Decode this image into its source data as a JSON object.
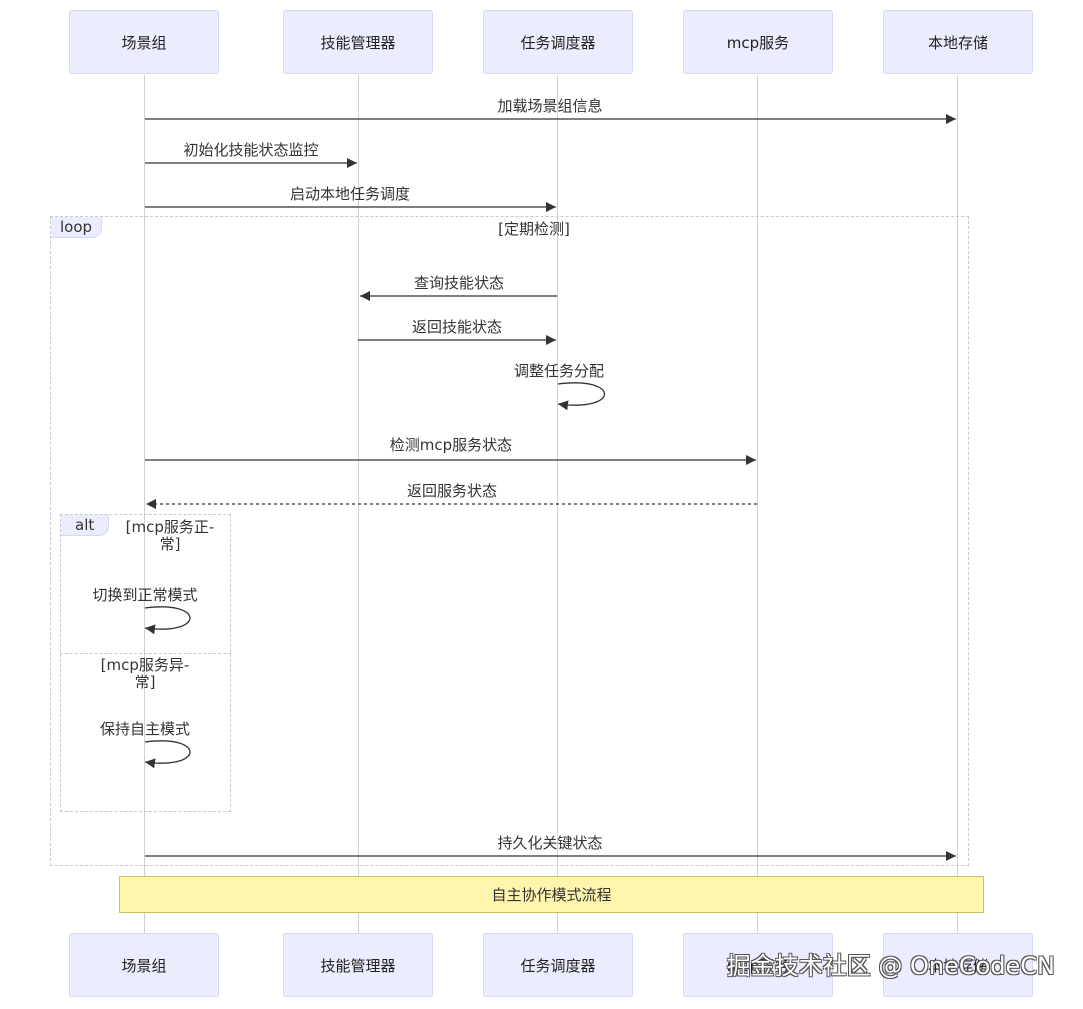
{
  "participants": [
    {
      "id": "scene",
      "label": "场景组"
    },
    {
      "id": "skill",
      "label": "技能管理器"
    },
    {
      "id": "task",
      "label": "任务调度器"
    },
    {
      "id": "mcp",
      "label": "mcp服务"
    },
    {
      "id": "store",
      "label": "本地存储"
    }
  ],
  "messages": [
    {
      "from": "scene",
      "to": "store",
      "label": "加载场景组信息",
      "style": "solid"
    },
    {
      "from": "scene",
      "to": "skill",
      "label": "初始化技能状态监控",
      "style": "solid"
    },
    {
      "from": "scene",
      "to": "task",
      "label": "启动本地任务调度",
      "style": "solid"
    },
    {
      "from": "task",
      "to": "skill",
      "label": "查询技能状态",
      "style": "solid"
    },
    {
      "from": "skill",
      "to": "task",
      "label": "返回技能状态",
      "style": "solid"
    },
    {
      "from": "task",
      "to": "task",
      "label": "调整任务分配",
      "style": "self"
    },
    {
      "from": "scene",
      "to": "mcp",
      "label": "检测mcp服务状态",
      "style": "solid"
    },
    {
      "from": "mcp",
      "to": "scene",
      "label": "返回服务状态",
      "style": "dashed"
    },
    {
      "from": "scene",
      "to": "scene",
      "label": "切换到正常模式",
      "style": "self"
    },
    {
      "from": "scene",
      "to": "scene",
      "label": "保持自主模式",
      "style": "self"
    },
    {
      "from": "scene",
      "to": "store",
      "label": "持久化关键状态",
      "style": "solid"
    }
  ],
  "loop": {
    "tag": "loop",
    "condition": "[定期检测]"
  },
  "alt": {
    "tag": "alt",
    "condition1_line1": "[mcp服务正-",
    "condition1_line2": "常]",
    "condition2_line1": "[mcp服务异-",
    "condition2_line2": "常]"
  },
  "note": {
    "label": "自主协作模式流程"
  },
  "watermark": "掘金技术社区 @ OneCodeCN",
  "colors": {
    "actor_fill": "#ececff",
    "note_fill": "#fff5ad",
    "line": "#333333"
  }
}
